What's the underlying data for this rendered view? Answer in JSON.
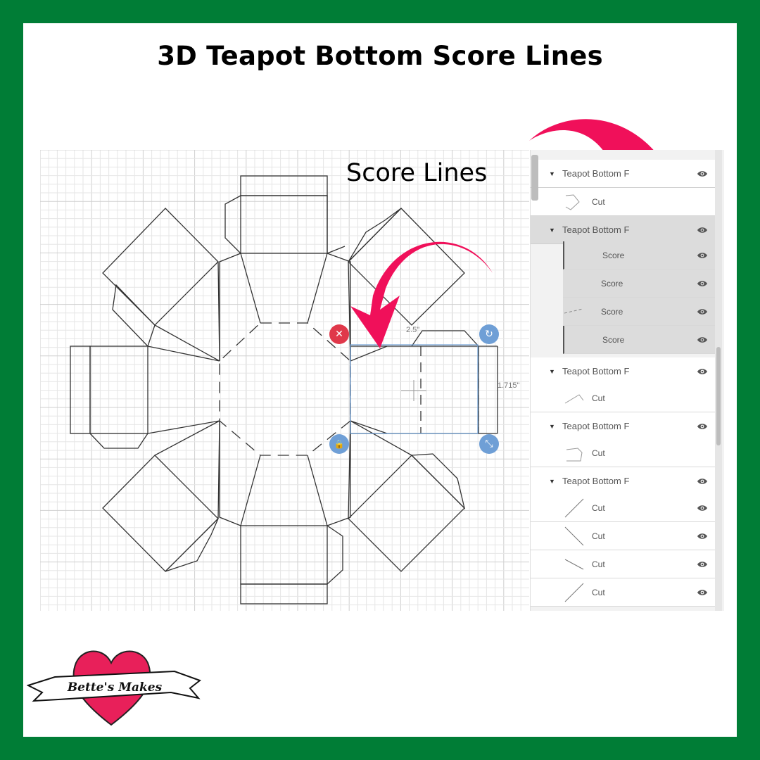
{
  "title": "3D Teapot Bottom Score Lines",
  "annotation": "Score Lines",
  "dimensions": {
    "width": "2.5\"",
    "height": "1.715\""
  },
  "colors": {
    "frame": "#007d36",
    "arrow": "#f0105a",
    "handle_blue": "#6f9fd6",
    "handle_red": "#e0384a"
  },
  "canvas_handles": [
    {
      "name": "delete-handle",
      "icon": "close-icon",
      "glyph": "✕"
    },
    {
      "name": "rotate-handle",
      "icon": "rotate-icon",
      "glyph": "↻"
    },
    {
      "name": "lock-handle",
      "icon": "lock-icon",
      "glyph": "🔒"
    },
    {
      "name": "resize-handle",
      "icon": "resize-icon",
      "glyph": "⤡"
    }
  ],
  "layers": [
    {
      "group": "Teapot Bottom F",
      "selected": false,
      "children": [
        {
          "label": "Cut",
          "selected": false
        }
      ]
    },
    {
      "group": "Teapot Bottom F",
      "selected": true,
      "children": [
        {
          "label": "Score",
          "selected": true
        },
        {
          "label": "Score",
          "selected": true
        },
        {
          "label": "Score",
          "selected": true
        },
        {
          "label": "Score",
          "selected": true
        }
      ]
    },
    {
      "group": "Teapot Bottom F",
      "selected": false,
      "children": [
        {
          "label": "Cut",
          "selected": false
        }
      ]
    },
    {
      "group": "Teapot Bottom F",
      "selected": false,
      "children": [
        {
          "label": "Cut",
          "selected": false
        }
      ]
    },
    {
      "group": "Teapot Bottom F",
      "selected": false,
      "children": [
        {
          "label": "Cut",
          "selected": false
        },
        {
          "label": "Cut",
          "selected": false
        },
        {
          "label": "Cut",
          "selected": false
        },
        {
          "label": "Cut",
          "selected": false
        }
      ]
    }
  ],
  "logo": {
    "text": "Bette's Makes",
    "icon": "heart-banner-logo"
  }
}
